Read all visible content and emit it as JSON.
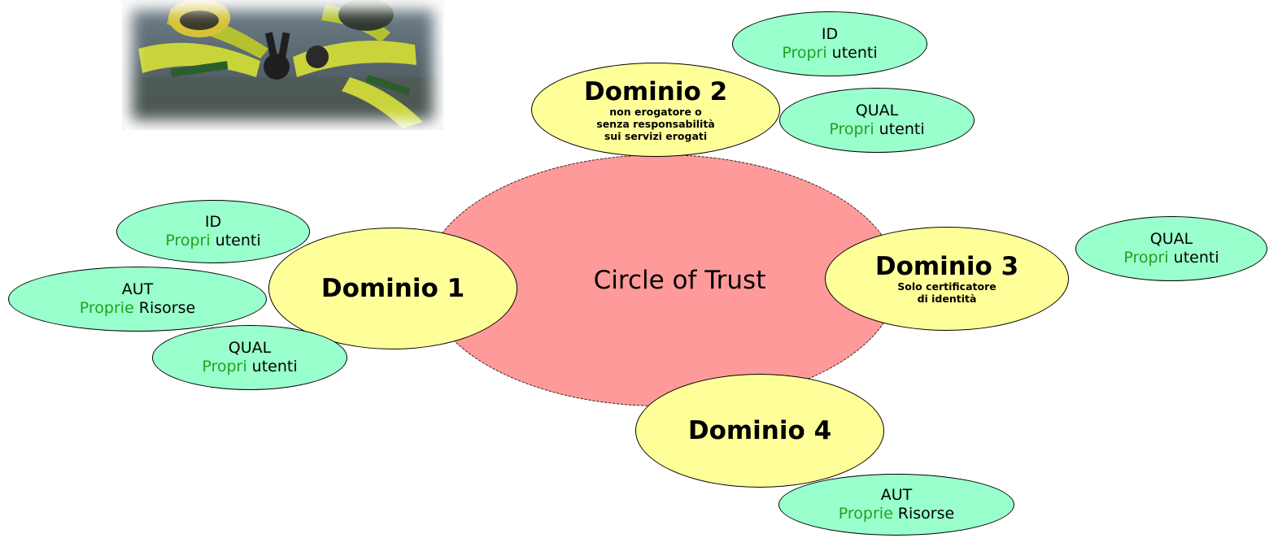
{
  "center": {
    "label": "Circle of Trust",
    "color": "#ff9a9a"
  },
  "colors": {
    "domain_fill": "#ffff99",
    "role_fill": "#99ffcc",
    "highlight_text": "#1fa31f"
  },
  "domains": {
    "d1": {
      "title": "Dominio 1",
      "subtitle": ""
    },
    "d2": {
      "title": "Dominio 2",
      "subtitle_lines": [
        "non erogatore o",
        "senza responsabilità",
        "sui servizi erogati"
      ]
    },
    "d3": {
      "title": "Dominio 3",
      "subtitle_lines": [
        "Solo certificatore",
        "di identità"
      ]
    },
    "d4": {
      "title": "Dominio 4",
      "subtitle": ""
    }
  },
  "roles": {
    "d1_id": {
      "code": "ID",
      "highlight": "Propri",
      "rest": " utenti"
    },
    "d1_aut": {
      "code": "AUT",
      "highlight": "Proprie",
      "rest": " Risorse"
    },
    "d1_qual": {
      "code": "QUAL",
      "highlight": "Propri",
      "rest": " utenti"
    },
    "d2_id": {
      "code": "ID",
      "highlight": "Propri",
      "rest": " utenti"
    },
    "d2_qual": {
      "code": "QUAL",
      "highlight": "Propri",
      "rest": " utenti"
    },
    "d3_qual": {
      "code": "QUAL",
      "highlight": "Propri",
      "rest": " utenti"
    },
    "d4_aut": {
      "code": "AUT",
      "highlight": "Proprie",
      "rest": " Risorse"
    }
  },
  "photo": {
    "subject": "skydivers-formation-photo"
  }
}
